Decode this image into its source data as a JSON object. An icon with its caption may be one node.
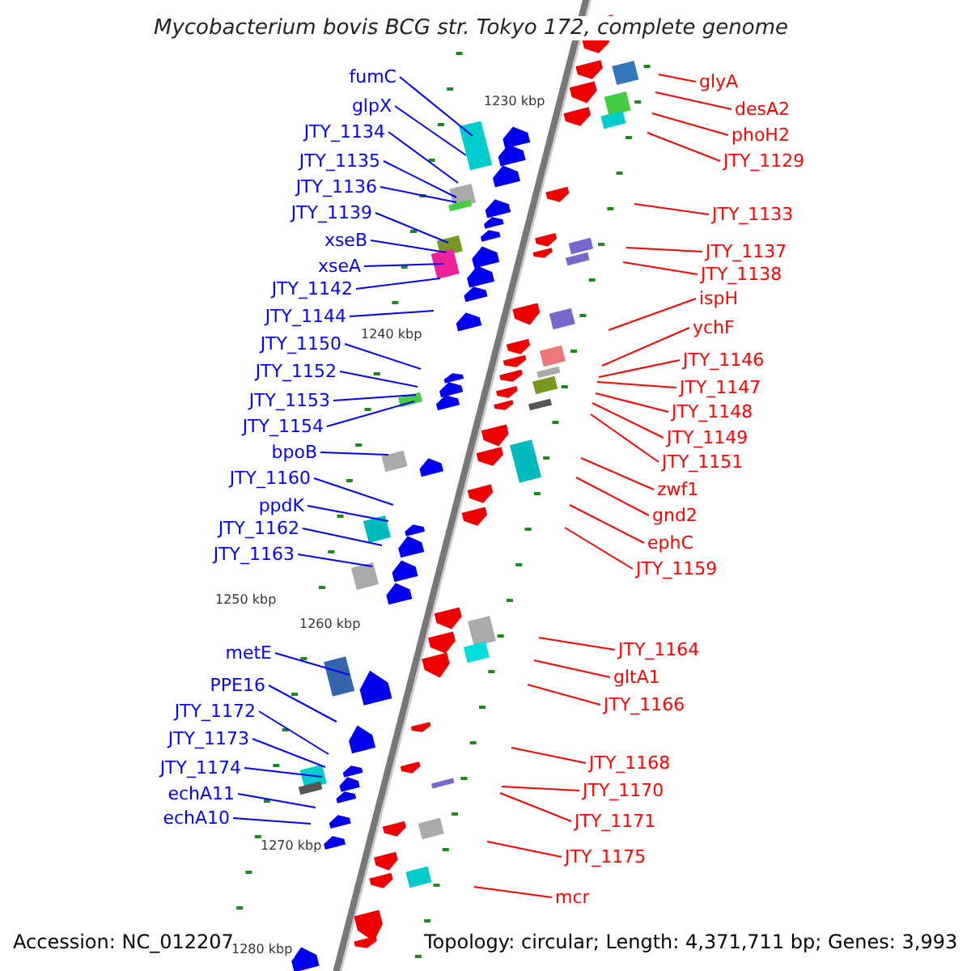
{
  "diagram": {
    "title": "Mycobacterium bovis BCG str. Tokyo 172, complete genome",
    "nodes": [
      {
        "text": [
          "fumC"
        ]
      },
      {
        "text": [
          "glpX"
        ]
      },
      {
        "text": [
          "JTY_1134"
        ]
      },
      {
        "text": [
          "JTY_1135"
        ]
      },
      {
        "text": [
          "JTY_1136"
        ]
      },
      {
        "text": [
          "JTY_1139"
        ]
      },
      {
        "text": [
          "xseB"
        ]
      },
      {
        "text": [
          "xseA"
        ]
      },
      {
        "text": [
          "JTY_1142"
        ]
      },
      {
        "text": [
          "JTY_1144"
        ]
      },
      {
        "text": [
          "JTY_1150"
        ]
      },
      {
        "text": [
          "JTY_1152"
        ]
      },
      {
        "text": [
          "JTY_1153"
        ]
      },
      {
        "text": [
          "JTY_1154"
        ]
      },
      {
        "text": [
          "bpoB"
        ]
      },
      {
        "text": [
          "JTY_1160"
        ]
      },
      {
        "text": [
          "ppdK"
        ]
      },
      {
        "text": [
          "JTY_1162"
        ]
      },
      {
        "text": [
          "JTY_1163"
        ]
      },
      {
        "text": [
          "metE"
        ]
      },
      {
        "text": [
          "PPE16"
        ]
      },
      {
        "text": [
          "JTY_1172"
        ]
      },
      {
        "text": [
          "JTY_1173"
        ]
      },
      {
        "text": [
          "JTY_1174"
        ]
      },
      {
        "text": [
          "echA11"
        ]
      },
      {
        "text": [
          "echA10"
        ]
      },
      {
        "text": [
          "glyA"
        ]
      },
      {
        "text": [
          "desA2"
        ]
      },
      {
        "text": [
          "phoH2"
        ]
      },
      {
        "text": [
          "JTY_1129"
        ]
      },
      {
        "text": [
          "JTY_1133"
        ]
      },
      {
        "text": [
          "JTY_1137"
        ]
      },
      {
        "text": [
          "JTY_1138"
        ]
      },
      {
        "text": [
          "ispH"
        ]
      },
      {
        "text": [
          "ychF"
        ]
      },
      {
        "text": [
          "JTY_1146"
        ]
      },
      {
        "text": [
          "JTY_1147"
        ]
      },
      {
        "text": [
          "JTY_1148"
        ]
      },
      {
        "text": [
          "JTY_1149"
        ]
      },
      {
        "text": [
          "JTY_1151"
        ]
      },
      {
        "text": [
          "zwf1"
        ]
      },
      {
        "text": [
          "gnd2"
        ]
      },
      {
        "text": [
          "ephC"
        ]
      },
      {
        "text": [
          "JTY_1159"
        ]
      },
      {
        "text": [
          "JTY_1164"
        ]
      },
      {
        "text": [
          "gltA1"
        ]
      },
      {
        "text": [
          "JTY_1166"
        ]
      },
      {
        "text": [
          "JTY_1168"
        ]
      },
      {
        "text": [
          "JTY_1170"
        ]
      },
      {
        "text": [
          "JTY_1171"
        ]
      },
      {
        "text": [
          "JTY_1175"
        ]
      },
      {
        "text": [
          "mcr"
        ]
      }
    ],
    "edges": [
      {
        "from": 0,
        "to": null,
        "arrow": "none",
        "color": "#0000ff"
      },
      {
        "from": 1,
        "to": null,
        "arrow": "none",
        "color": "#0000ff"
      },
      {
        "from": 2,
        "to": null,
        "arrow": "none",
        "color": "#0000ff"
      },
      {
        "from": 3,
        "to": null,
        "arrow": "none",
        "color": "#0000ff"
      },
      {
        "from": 4,
        "to": null,
        "arrow": "none",
        "color": "#0000ff"
      },
      {
        "from": 5,
        "to": null,
        "arrow": "none",
        "color": "#0000ff"
      },
      {
        "from": 6,
        "to": null,
        "arrow": "none",
        "color": "#0000ff"
      },
      {
        "from": 7,
        "to": null,
        "arrow": "none",
        "color": "#0000ff"
      },
      {
        "from": 8,
        "to": null,
        "arrow": "none",
        "color": "#0000ff"
      },
      {
        "from": 9,
        "to": null,
        "arrow": "none",
        "color": "#0000ff"
      },
      {
        "from": 10,
        "to": null,
        "arrow": "none",
        "color": "#0000ff"
      },
      {
        "from": 11,
        "to": null,
        "arrow": "none",
        "color": "#0000ff"
      },
      {
        "from": 12,
        "to": null,
        "arrow": "none",
        "color": "#0000ff"
      },
      {
        "from": 13,
        "to": null,
        "arrow": "none",
        "color": "#0000ff"
      },
      {
        "from": 14,
        "to": null,
        "arrow": "none",
        "color": "#0000ff"
      },
      {
        "from": 15,
        "to": null,
        "arrow": "none",
        "color": "#0000ff"
      },
      {
        "from": 16,
        "to": null,
        "arrow": "none",
        "color": "#0000ff"
      },
      {
        "from": 17,
        "to": null,
        "arrow": "none",
        "color": "#0000ff"
      },
      {
        "from": 18,
        "to": null,
        "arrow": "none",
        "color": "#0000ff"
      },
      {
        "from": 19,
        "to": null,
        "arrow": "none",
        "color": "#0000ff"
      },
      {
        "from": 20,
        "to": null,
        "arrow": "none",
        "color": "#0000ff"
      },
      {
        "from": 21,
        "to": null,
        "arrow": "none",
        "color": "#0000ff"
      },
      {
        "from": 22,
        "to": null,
        "arrow": "none",
        "color": "#0000ff"
      },
      {
        "from": 23,
        "to": null,
        "arrow": "none",
        "color": "#0000ff"
      },
      {
        "from": 24,
        "to": null,
        "arrow": "none",
        "color": "#0000ff"
      },
      {
        "from": 25,
        "to": null,
        "arrow": "none",
        "color": "#0000ff"
      },
      {
        "from": 26,
        "to": null,
        "arrow": "none",
        "color": "#ff0000"
      },
      {
        "from": 27,
        "to": null,
        "arrow": "none",
        "color": "#ff0000"
      },
      {
        "from": 28,
        "to": null,
        "arrow": "none",
        "color": "#ff0000"
      },
      {
        "from": 29,
        "to": null,
        "arrow": "none",
        "color": "#ff0000"
      },
      {
        "from": 30,
        "to": null,
        "arrow": "none",
        "color": "#ff0000"
      },
      {
        "from": 31,
        "to": null,
        "arrow": "none",
        "color": "#ff0000"
      },
      {
        "from": 32,
        "to": null,
        "arrow": "none",
        "color": "#ff0000"
      },
      {
        "from": 33,
        "to": null,
        "arrow": "none",
        "color": "#ff0000"
      },
      {
        "from": 34,
        "to": null,
        "arrow": "none",
        "color": "#ff0000"
      },
      {
        "from": 35,
        "to": null,
        "arrow": "none",
        "color": "#ff0000"
      },
      {
        "from": 36,
        "to": null,
        "arrow": "none",
        "color": "#ff0000"
      },
      {
        "from": 37,
        "to": null,
        "arrow": "none",
        "color": "#ff0000"
      },
      {
        "from": 38,
        "to": null,
        "arrow": "none",
        "color": "#ff0000"
      },
      {
        "from": 39,
        "to": null,
        "arrow": "none",
        "color": "#ff0000"
      },
      {
        "from": 40,
        "to": null,
        "arrow": "none",
        "color": "#ff0000"
      },
      {
        "from": 41,
        "to": null,
        "arrow": "none",
        "color": "#ff0000"
      },
      {
        "from": 42,
        "to": null,
        "arrow": "none",
        "color": "#ff0000"
      },
      {
        "from": 43,
        "to": null,
        "arrow": "none",
        "color": "#ff0000"
      },
      {
        "from": 44,
        "to": null,
        "arrow": "none",
        "color": "#ff0000"
      },
      {
        "from": 45,
        "to": null,
        "arrow": "none",
        "color": "#ff0000"
      },
      {
        "from": 46,
        "to": null,
        "arrow": "none",
        "color": "#ff0000"
      },
      {
        "from": 47,
        "to": null,
        "arrow": "none",
        "color": "#ff0000"
      },
      {
        "from": 48,
        "to": null,
        "arrow": "none",
        "color": "#ff0000"
      },
      {
        "from": 49,
        "to": null,
        "arrow": "none",
        "color": "#ff0000"
      },
      {
        "from": 50,
        "to": null,
        "arrow": "none",
        "color": "#ff0000"
      },
      {
        "from": 51,
        "to": null,
        "arrow": "none",
        "color": "#ff0000"
      }
    ],
    "labels": [
      "1230 kbp",
      "1240 kbp",
      "1250 kbp",
      "1260 kbp",
      "1270 kbp",
      "1280 kbp",
      "Accession: NC_012207",
      "Topology: circular; Length: 4,371,711 bp; Genes: 3,993"
    ]
  }
}
